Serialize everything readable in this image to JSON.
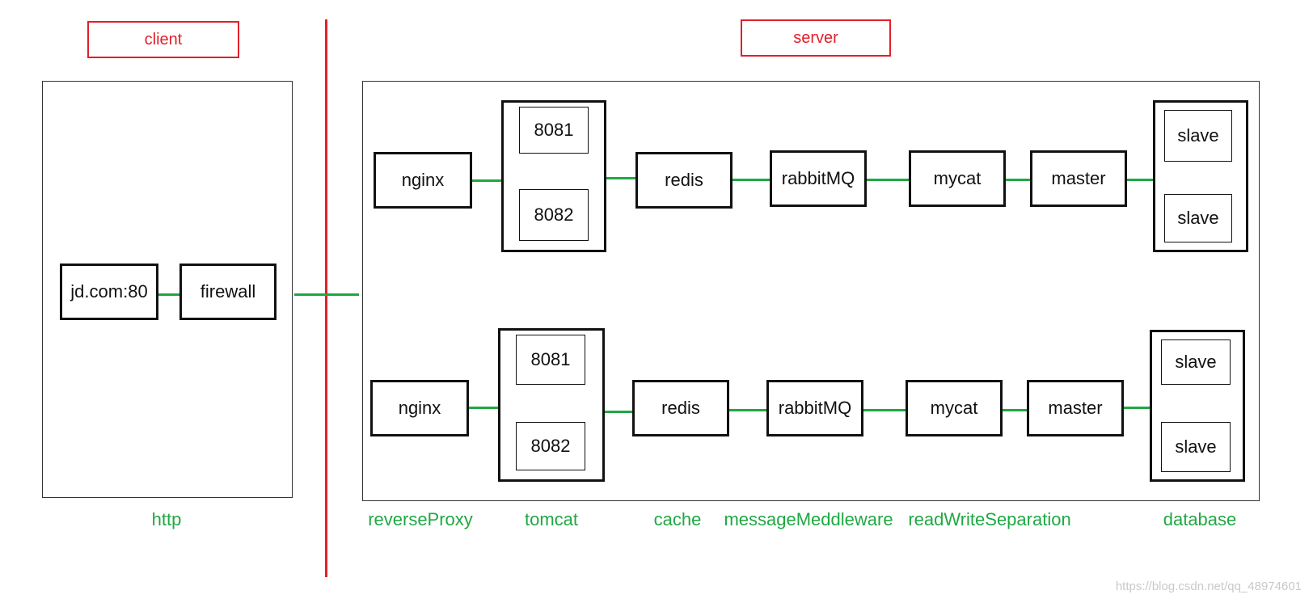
{
  "colors": {
    "accent_red": "#e0202a",
    "connector_green": "#1fa843",
    "border": "#111111"
  },
  "header": {
    "client_label": "client",
    "server_label": "server"
  },
  "client": {
    "domain": "jd.com:80",
    "firewall": "firewall"
  },
  "rows": [
    {
      "proxy": "nginx",
      "ports": [
        "8081",
        "8082"
      ],
      "cache": "redis",
      "mq": "rabbitMQ",
      "rws": "mycat",
      "master": "master",
      "slaves": [
        "slave",
        "slave"
      ]
    },
    {
      "proxy": "nginx",
      "ports": [
        "8081",
        "8082"
      ],
      "cache": "redis",
      "mq": "rabbitMQ",
      "rws": "mycat",
      "master": "master",
      "slaves": [
        "slave",
        "slave"
      ]
    }
  ],
  "layer_labels": {
    "http": "http",
    "reverse_proxy": "reverseProxy",
    "tomcat": "tomcat",
    "cache": "cache",
    "message": "messageMeddleware",
    "rws": "readWriteSeparation",
    "database": "database"
  },
  "watermark": "https://blog.csdn.net/qq_48974601"
}
